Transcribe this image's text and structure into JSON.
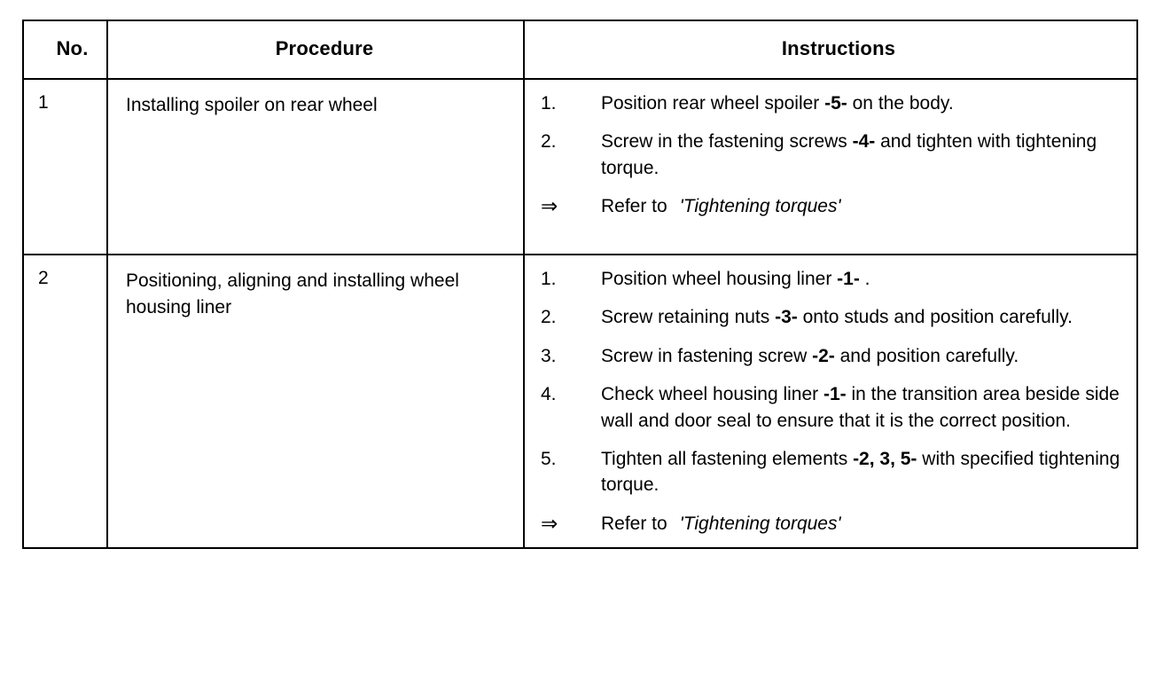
{
  "table": {
    "columns": [
      {
        "key": "no",
        "label": "No."
      },
      {
        "key": "procedure",
        "label": "Procedure"
      },
      {
        "key": "instructions",
        "label": "Instructions"
      }
    ],
    "rows": [
      {
        "no": "1",
        "procedure": "Installing spoiler on rear wheel",
        "steps": [
          {
            "num": "1.",
            "pre": "Position rear wheel spoiler ",
            "ref": "-5-",
            "post": " on the body."
          },
          {
            "num": "2.",
            "pre": "Screw in the fastening screws ",
            "ref": "-4-",
            "post": " and tighten with tightening torque."
          }
        ],
        "reference": {
          "arrow": "⇒",
          "label": "Refer to",
          "target": "'Tightening torques'"
        }
      },
      {
        "no": "2",
        "procedure": "Positioning, aligning and installing wheel housing liner",
        "steps": [
          {
            "num": "1.",
            "pre": "Position wheel housing liner ",
            "ref": "-1-",
            "post": " ."
          },
          {
            "num": "2.",
            "pre": "Screw retaining nuts ",
            "ref": "-3-",
            "post": " onto studs and position carefully."
          },
          {
            "num": "3.",
            "pre": "Screw in fastening screw ",
            "ref": "-2-",
            "post": " and position carefully."
          },
          {
            "num": "4.",
            "pre": "Check wheel housing liner ",
            "ref": "-1-",
            "post": " in the transition area beside side wall and door seal to ensure that it is the correct position."
          },
          {
            "num": "5.",
            "pre": "Tighten all fastening elements ",
            "ref": "-2, 3, 5-",
            "post": " with specified tightening torque."
          }
        ],
        "reference": {
          "arrow": "⇒",
          "label": "Refer to",
          "target": "'Tightening torques'"
        }
      }
    ]
  },
  "colors": {
    "border": "#000000",
    "text": "#000000",
    "background": "#ffffff"
  }
}
